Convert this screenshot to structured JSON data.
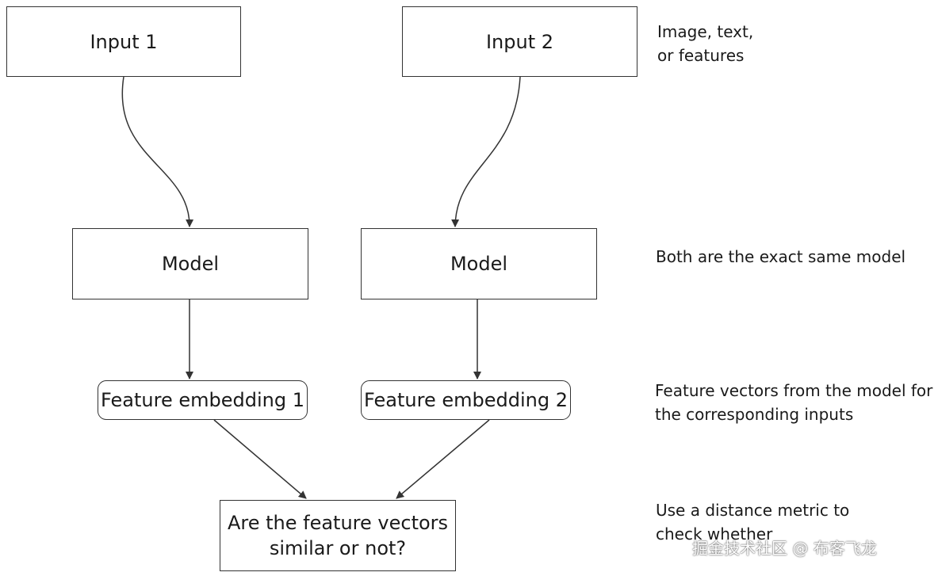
{
  "nodes": {
    "input1": "Input 1",
    "input2": "Input 2",
    "model1": "Model",
    "model2": "Model",
    "embedding1": "Feature embedding 1",
    "embedding2": "Feature embedding 2",
    "compare_line1": "Are the feature vectors",
    "compare_line2": "similar or not?"
  },
  "notes": {
    "inputs_line1": "Image, text,",
    "inputs_line2": "or features",
    "models": "Both are the exact same model",
    "embeddings_line1": "Feature vectors from the model for",
    "embeddings_line2": "the corresponding inputs",
    "compare_line1": "Use a distance metric to",
    "compare_line2": "check whether"
  },
  "watermark": "掘金技术社区 @ 布客飞龙"
}
